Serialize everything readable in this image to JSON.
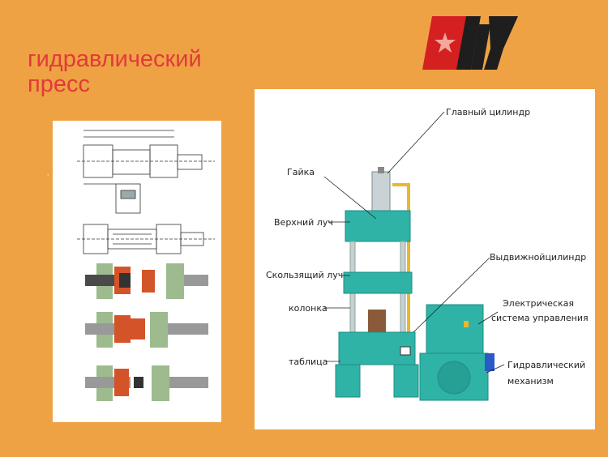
{
  "title": {
    "line1": "гидравлический",
    "line2": "пресс"
  },
  "logo": {
    "name": "brand-logo",
    "colors": {
      "red": "#D42020",
      "dark": "#1E1E1E",
      "star": "#E8432E"
    }
  },
  "press_labels": {
    "main_cylinder": "Главный цилиндр",
    "nut": "Гайка",
    "upper_beam": "Верхний луч",
    "sliding_beam": "Скользящий луч",
    "column": "колонка",
    "table": "таблица",
    "ejector_cylinder": "Выдвижнойцилиндр",
    "electrical_line1": "Электрическая",
    "electrical_line2": "система управления",
    "hydraulic_line1": "Гидравлический",
    "hydraulic_line2": "механизм"
  },
  "colors": {
    "background": "#EFA244",
    "title": "#E23A3A",
    "machine": "#2FB3A6",
    "machine_dark": "#1E8E84"
  }
}
